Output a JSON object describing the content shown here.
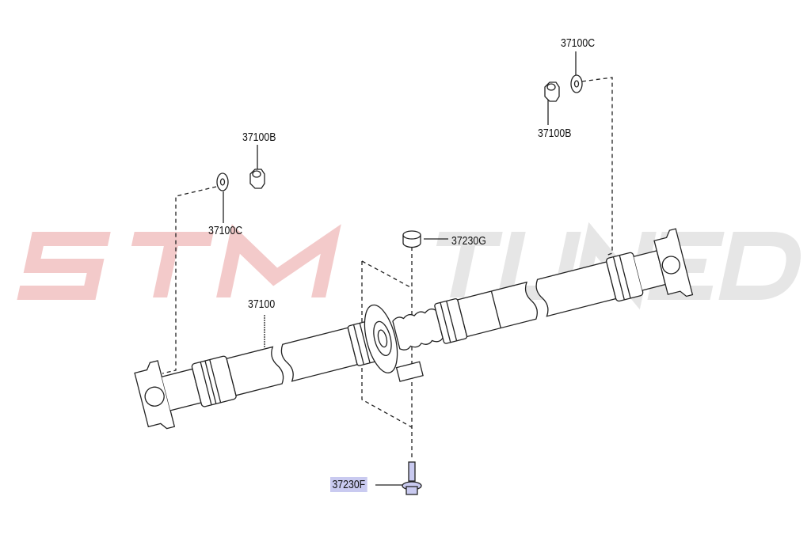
{
  "watermark": {
    "part1": "STM",
    "part2": "TUNED",
    "color1": "#f2c7c7",
    "color2": "#e4e4e4"
  },
  "labels": {
    "c_top_right": "37100C",
    "b_top_right": "37100B",
    "b_left": "37100B",
    "c_left": "37100C",
    "insulator": "37230G",
    "shaft": "37100",
    "bolt": "37230F"
  },
  "highlight_color": "#c9caf0"
}
